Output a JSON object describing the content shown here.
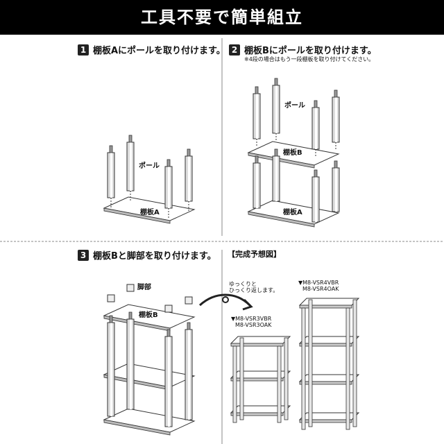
{
  "title": "工具不要で簡単組立",
  "steps": [
    {
      "num": "1",
      "text": "棚板Aにポールを取り付けます。"
    },
    {
      "num": "2",
      "text": "棚板Bにポールを取り付けます。",
      "note": "※4段の場合はもう一段棚板を取り付けてください。"
    },
    {
      "num": "3",
      "text": "棚板Bと脚部を取り付けます。"
    }
  ],
  "completed_title": "【完成予想図】",
  "labels": {
    "pole": "ポール",
    "shelf_a": "棚板A",
    "shelf_b": "棚板B",
    "legs": "脚部",
    "flip_note_1": "ゆっくりと",
    "flip_note_2": "ひっくり返します。"
  },
  "models": {
    "three_tier": [
      "▼M8-VSR3VBR",
      "M8-VSR3OAK"
    ],
    "four_tier": [
      "▼M8-VSR4VBR",
      "M8-VSR4OAK"
    ]
  }
}
